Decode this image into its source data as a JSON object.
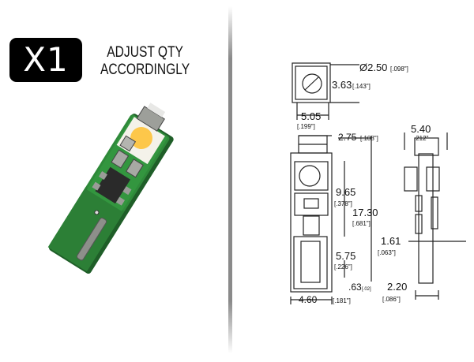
{
  "badge": {
    "quantity_label": "X1",
    "note_line1": "ADJUST QTY",
    "note_line2": "ACCORDINGLY"
  },
  "product": {
    "name": "green PCB LED module",
    "pcb_color": "#2f8a3a",
    "led_color": "#fdc74a"
  },
  "drawing": {
    "dimensions": {
      "lens_diameter": "Ø2.50",
      "lens_diameter_in": "[.098\"]",
      "head_height": "3.63",
      "head_height_in": "[.143\"]",
      "head_width": "5.05",
      "head_width_in": "[.199\"]",
      "tab_offset": "2.75",
      "tab_offset_in": "[.108\"]",
      "side_width": "5.40",
      "side_width_in": ".212\"",
      "upper_length": "9.65",
      "upper_length_in": "[.378\"]",
      "total_length": "17.30",
      "total_length_in": "[.681\"]",
      "thickness": "1.61",
      "thickness_in": "[.063\"]",
      "contact_length": "5.75",
      "contact_length_in": "[.226\"]",
      "gap": ".63",
      "gap_in": "[.02]",
      "contact_width": "2.20",
      "contact_width_in": "[.086\"]",
      "body_width": "4.60",
      "body_width_in": "[.181\"]"
    }
  }
}
